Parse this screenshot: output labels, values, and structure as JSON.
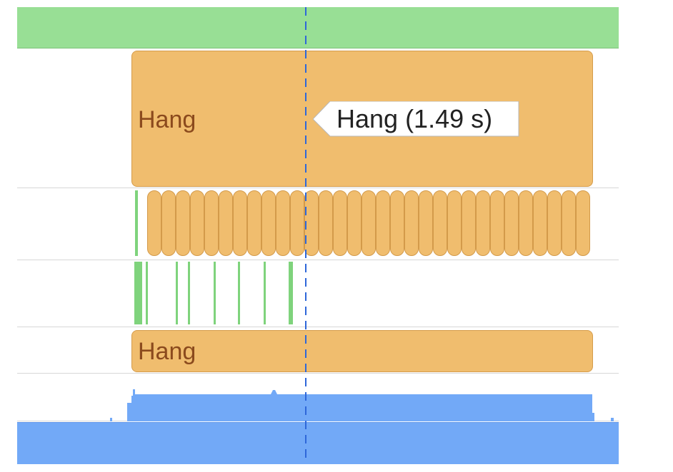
{
  "tracks": {
    "main_hang_label": "Hang",
    "secondary_hang_label": "Hang",
    "tooltip_text": "Hang (1.49 s)"
  },
  "colors": {
    "hang": "#f0bd6e",
    "hang_border": "#d59c4b",
    "hang_text": "#8b4a1d",
    "green": "#98df95",
    "blue": "#72a9f7",
    "playhead": "#2e67d9"
  }
}
